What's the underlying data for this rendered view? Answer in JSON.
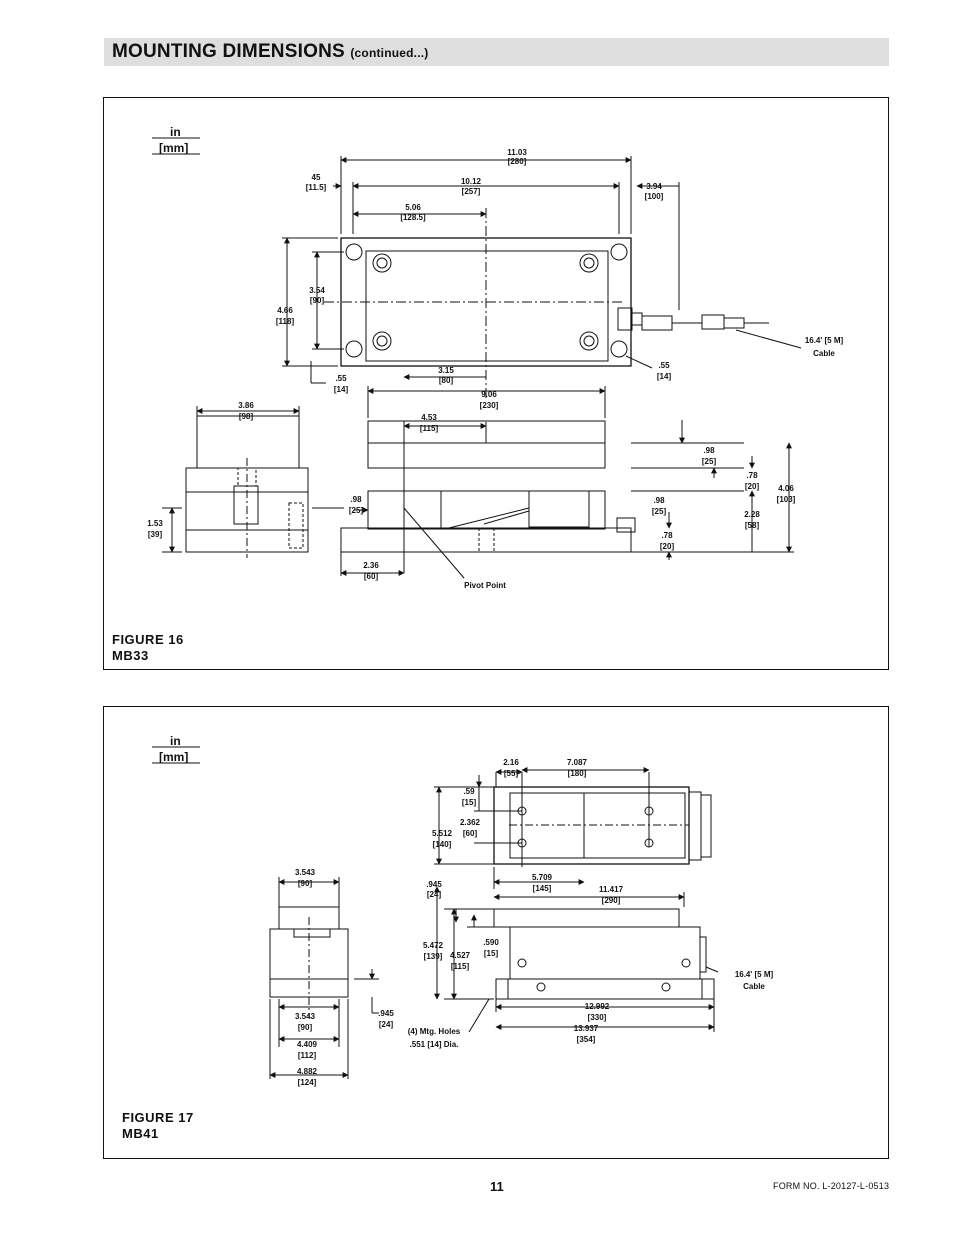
{
  "header": {
    "title": "MOUNTING DIMENSIONS",
    "subtitle": "(continued...)"
  },
  "units": {
    "in": "in",
    "mm": "[mm]"
  },
  "figure16": {
    "figure_label": "FIGURE  16",
    "model": "MB33",
    "dims": {
      "d1103_in": "11.03",
      "d1103_mm": "[280]",
      "d45_in": "45",
      "d45_mm": "[11.5]",
      "d1012_in": "10.12",
      "d1012_mm": "[257]",
      "d394_in": "3.94",
      "d394_mm": "[100]",
      "d506_in": "5.06",
      "d506_mm": "[128.5]",
      "d354_in": "3.54",
      "d354_mm": "[90]",
      "d466_in": "4.66",
      "d466_mm": "[118]",
      "d55a_in": ".55",
      "d55a_mm": "[14]",
      "d315_in": "3.15",
      "d315_mm": "[80]",
      "d55b_in": ".55",
      "d55b_mm": "[14]",
      "d386_in": "3.86",
      "d386_mm": "[98]",
      "d906_in": "9.06",
      "d906_mm": "[230]",
      "d453_in": "4.53",
      "d453_mm": "[115]",
      "d98a_in": ".98",
      "d98a_mm": "[25]",
      "d78a_in": ".78",
      "d78a_mm": "[20]",
      "d406_in": "4.06",
      "d406_mm": "[103]",
      "d98b_in": ".98",
      "d98b_mm": "[25]",
      "d98c_in": ".98",
      "d98c_mm": "[25]",
      "d228_in": "2.28",
      "d228_mm": "[58]",
      "d78b_in": ".78",
      "d78b_mm": "[20]",
      "d153_in": "1.53",
      "d153_mm": "[39]",
      "d236_in": "2.36",
      "d236_mm": "[60]"
    },
    "cable_length": "16.4' [5 M]",
    "cable_label": "Cable",
    "pivot_label": "Pivot Point"
  },
  "figure17": {
    "figure_label": "FIGURE  17",
    "model": "MB41",
    "dims": {
      "d216_in": "2.16",
      "d216_mm": "[55]",
      "d7087_in": "7.087",
      "d7087_mm": "[180]",
      "d59_in": ".59",
      "d59_mm": "[15]",
      "d2362_in": "2.362",
      "d2362_mm": "[60]",
      "d5512_in": "5.512",
      "d5512_mm": "[140]",
      "d5709_in": "5.709",
      "d5709_mm": "[145]",
      "d945a_in": ".945",
      "d945a_mm": "[24]",
      "d11417_in": "11.417",
      "d11417_mm": "[290]",
      "d3543a_in": "3.543",
      "d3543a_mm": "[90]",
      "d590_in": ".590",
      "d590_mm": "[15]",
      "d5472_in": "5.472",
      "d5472_mm": "[139]",
      "d4527_in": "4.527",
      "d4527_mm": "[115]",
      "d945b_in": ".945",
      "d945b_mm": "[24]",
      "d3543b_in": "3.543",
      "d3543b_mm": "[90]",
      "d12992_in": "12.992",
      "d12992_mm": "[330]",
      "d13937_in": "13.937",
      "d13937_mm": "[354]",
      "d4409_in": "4.409",
      "d4409_mm": "[112]",
      "d4882_in": "4.882",
      "d4882_mm": "[124]"
    },
    "holes_line1": "(4) Mtg. Holes",
    "holes_line2": ".551 [14] Dia.",
    "cable_length": "16.4' [5 M]",
    "cable_label": "Cable"
  },
  "footer": {
    "page_number": "11",
    "form_no": "FORM NO. L-20127-L-0513"
  }
}
